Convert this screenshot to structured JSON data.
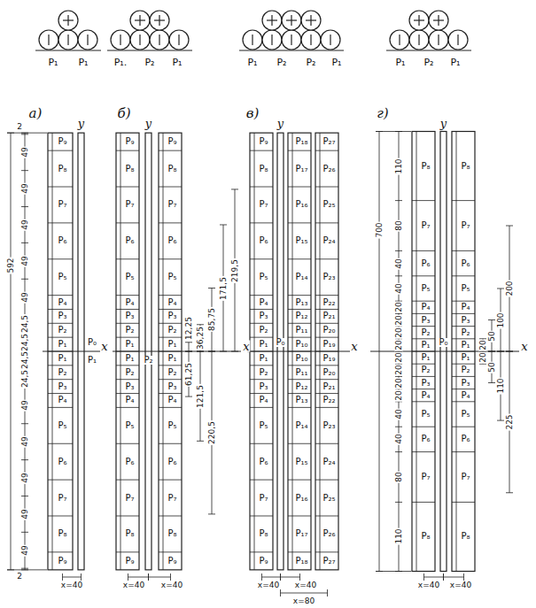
{
  "diagram": {
    "labels": [
      "P₁",
      "P₁",
      "P₁.",
      "P₂",
      "P₁",
      "P₁",
      "P₂",
      "P₂",
      "P₁",
      "P₁",
      "P₂",
      "P₁",
      "а)",
      "б)",
      "в)",
      "г)",
      "y",
      "y",
      "y",
      "y",
      "x",
      "x",
      "x",
      "x",
      "592",
      "2",
      "49",
      "49",
      "49",
      "49",
      "49",
      "24,5",
      "24,5",
      "24,5",
      "24,5",
      "49",
      "49",
      "49",
      "49",
      "49",
      "2",
      "P₉",
      "P₈",
      "P₇",
      "P₆",
      "P₅",
      "P₄",
      "P₃",
      "P₂",
      "P₁",
      "P₁",
      "P₂",
      "P₃",
      "P₄",
      "P₅",
      "P₆",
      "P₇",
      "P₈",
      "P₉",
      "P₀",
      "P₁",
      "x=40",
      "P₉",
      "P₈",
      "P₇",
      "P₆",
      "P₅",
      "P₄",
      "P₃",
      "P₂",
      "P₁",
      "P₁",
      "P₂",
      "P₃",
      "P₄",
      "P₅",
      "P₆",
      "P₇",
      "P₈",
      "P₉",
      "P₉",
      "P₈",
      "P₇",
      "P₆",
      "P₅",
      "P₄",
      "P₃",
      "P₂",
      "P₁",
      "P₁",
      "P₂",
      "P₃",
      "P₄",
      "P₅",
      "P₆",
      "P₇",
      "P₈",
      "P₉",
      "P₂",
      "219,5",
      "171,5",
      "85,75",
      "36,25",
      "12,25",
      "61,25",
      "121,5",
      "220,5",
      "x=40",
      "x=40",
      "P₉",
      "P₈",
      "P₇",
      "P₆",
      "P₅",
      "P₄",
      "P₃",
      "P₂",
      "P₁",
      "P₁",
      "P₂",
      "P₃",
      "P₄",
      "P₅",
      "P₆",
      "P₇",
      "P₈",
      "P₉",
      "P₁₈",
      "P₁₇",
      "P₁₆",
      "P₁₅",
      "P₁₄",
      "P₁₃",
      "P₁₂",
      "P₁₁",
      "P₁₀",
      "P₁₀",
      "P₁₁",
      "P₁₂",
      "P₁₃",
      "P₁₄",
      "P₁₅",
      "P₁₆",
      "P₁₇",
      "P₁₈",
      "P₂₇",
      "P₂₆",
      "P₂₅",
      "P₂₄",
      "P₂₃",
      "P₂₂",
      "P₂₁",
      "P₂₀",
      "P₁₉",
      "P₁₉",
      "P₂₀",
      "P₂₁",
      "P₂₂",
      "P₂₃",
      "P₂₄",
      "P₂₅",
      "P₂₆",
      "P₂₇",
      "P₀",
      "x=40",
      "x=40",
      "x=80",
      "700",
      "110",
      "80",
      "40",
      "40",
      "20",
      "20",
      "20",
      "20",
      "20",
      "20",
      "20",
      "20",
      "40",
      "40",
      "80",
      "110",
      "P₈",
      "P₇",
      "P₆",
      "P₅",
      "P₄",
      "P₃",
      "P₂",
      "P₁",
      "P₁",
      "P₂",
      "P₃",
      "P₄",
      "P₅",
      "P₆",
      "P₇",
      "P₈",
      "P₈",
      "P₇",
      "P₆",
      "P₅",
      "P₄",
      "P₃",
      "P₂",
      "P₁",
      "P₁",
      "P₂",
      "P₃",
      "P₄",
      "P₅",
      "P₆",
      "P₇",
      "P₈",
      "P₀",
      "200",
      "100",
      "50",
      "20",
      "20",
      "50",
      "110",
      "225",
      "x=40",
      "x=40"
    ]
  }
}
